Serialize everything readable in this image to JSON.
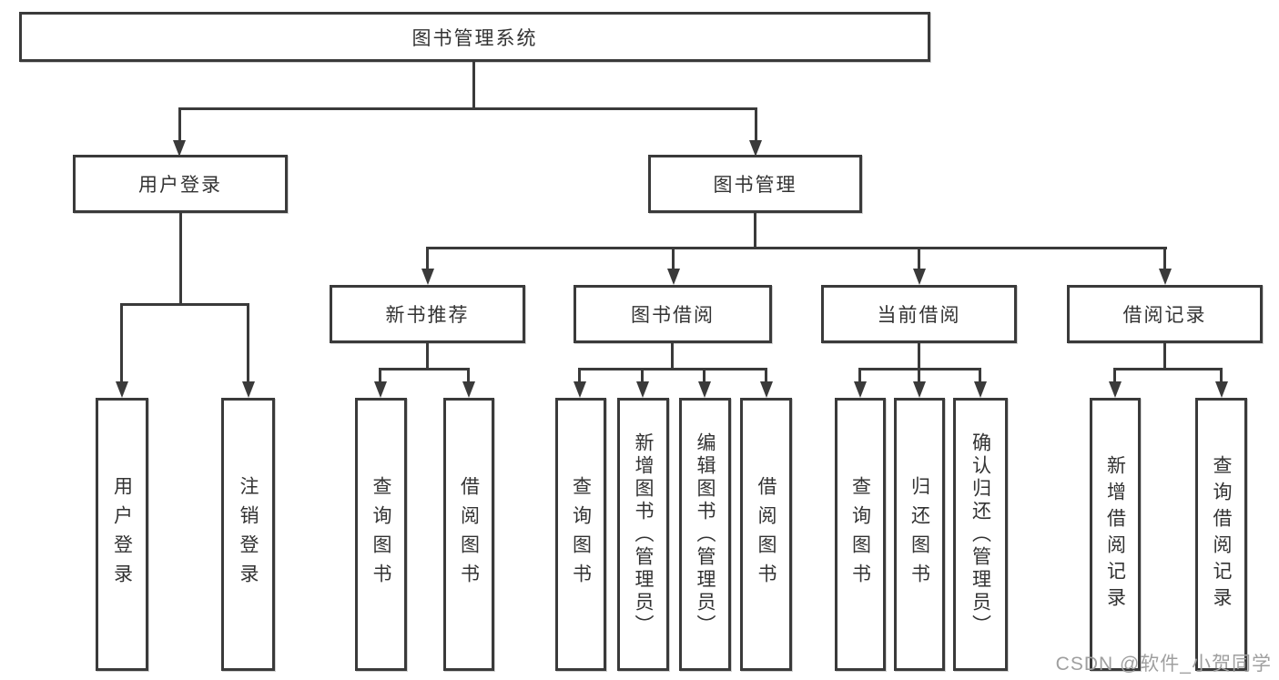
{
  "diagram": {
    "watermark": "CSDN @软件_小贺同学",
    "colors": {
      "line": "#3a3a3a",
      "text": "#333333",
      "watermark": "#9f9f9f",
      "background": "#ffffff"
    },
    "nodes": {
      "root": {
        "label": "图书管理系统"
      },
      "user_login": {
        "label": "用户登录"
      },
      "book_mgmt": {
        "label": "图书管理"
      },
      "leaf_user_login": {
        "label": "用户登录"
      },
      "leaf_logout": {
        "label": "注销登录"
      },
      "new_book_rec": {
        "label": "新书推荐"
      },
      "book_borrow": {
        "label": "图书借阅"
      },
      "current_borrow": {
        "label": "当前借阅"
      },
      "borrow_record": {
        "label": "借阅记录"
      },
      "nbr_query": {
        "label": "查询图书"
      },
      "nbr_borrow": {
        "label": "借阅图书"
      },
      "bb_query": {
        "label": "查询图书"
      },
      "bb_add": {
        "label": "新增图书（管理员）"
      },
      "bb_edit": {
        "label": "编辑图书（管理员）"
      },
      "bb_borrow": {
        "label": "借阅图书"
      },
      "cb_query": {
        "label": "查询图书"
      },
      "cb_return": {
        "label": "归还图书"
      },
      "cb_confirm": {
        "label": "确认归还（管理员）"
      },
      "br_add": {
        "label": "新增借阅记录"
      },
      "br_query": {
        "label": "查询借阅记录"
      }
    },
    "edges": [
      {
        "from": "root",
        "to": "user_login"
      },
      {
        "from": "root",
        "to": "book_mgmt"
      },
      {
        "from": "user_login",
        "to": "leaf_user_login"
      },
      {
        "from": "user_login",
        "to": "leaf_logout"
      },
      {
        "from": "book_mgmt",
        "to": "new_book_rec"
      },
      {
        "from": "book_mgmt",
        "to": "book_borrow"
      },
      {
        "from": "book_mgmt",
        "to": "current_borrow"
      },
      {
        "from": "book_mgmt",
        "to": "borrow_record"
      },
      {
        "from": "new_book_rec",
        "to": "nbr_query"
      },
      {
        "from": "new_book_rec",
        "to": "nbr_borrow"
      },
      {
        "from": "book_borrow",
        "to": "bb_query"
      },
      {
        "from": "book_borrow",
        "to": "bb_add"
      },
      {
        "from": "book_borrow",
        "to": "bb_edit"
      },
      {
        "from": "book_borrow",
        "to": "bb_borrow"
      },
      {
        "from": "current_borrow",
        "to": "cb_query"
      },
      {
        "from": "current_borrow",
        "to": "cb_return"
      },
      {
        "from": "current_borrow",
        "to": "cb_confirm"
      },
      {
        "from": "borrow_record",
        "to": "br_add"
      },
      {
        "from": "borrow_record",
        "to": "br_query"
      }
    ]
  }
}
